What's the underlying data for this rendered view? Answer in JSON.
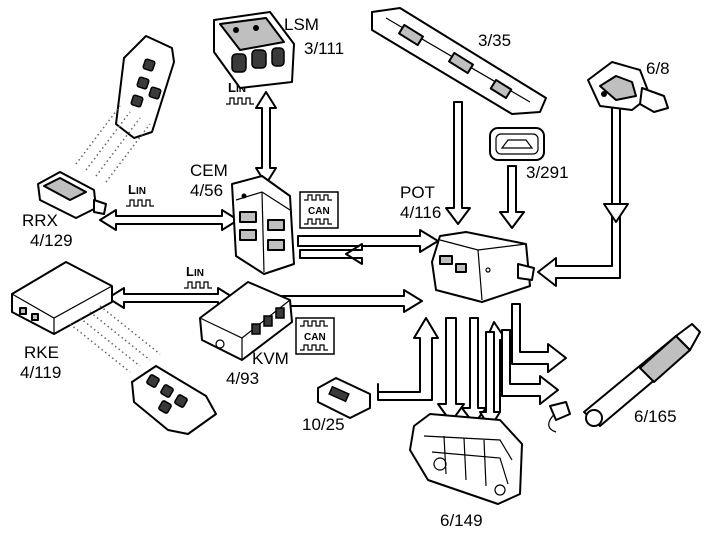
{
  "labels": {
    "lsm": "LSM",
    "lsm_ref": "3/111",
    "handle_ref": "3/35",
    "lock_ref": "6/8",
    "button_ref": "3/291",
    "cem": "CEM",
    "cem_ref": "4/56",
    "pot": "POT",
    "pot_ref": "4/116",
    "rrx": "RRX",
    "rrx_ref": "4/129",
    "rke": "RKE",
    "rke_ref": "4/119",
    "kvm": "KVM",
    "kvm_ref": "4/93",
    "switch_ref": "10/25",
    "strut_ref": "6/165",
    "motor_ref": "6/149"
  },
  "bus": {
    "lin_main": "L",
    "lin_sub": "IN",
    "can": "CAN"
  }
}
